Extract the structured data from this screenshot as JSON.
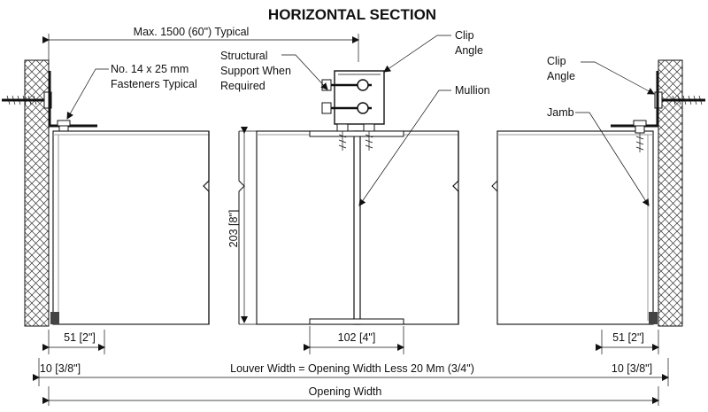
{
  "title": "HORIZONTAL SECTION",
  "labels": {
    "max_width": "Max. 1500 (60\") Typical",
    "fasteners_line1": "No. 14 x 25 mm",
    "fasteners_line2": "Fasteners Typical",
    "structural_line1": "Structural",
    "structural_line2": "Support When",
    "structural_line3": "Required",
    "clip_angle_center_line1": "Clip",
    "clip_angle_center_line2": "Angle",
    "mullion": "Mullion",
    "clip_angle_right_line1": "Clip",
    "clip_angle_right_line2": "Angle",
    "jamb": "Jamb",
    "depth": "203 [8\"]",
    "dim_left_51": "51 [2\"]",
    "dim_center_102": "102 [4\"]",
    "dim_right_51": "51 [2\"]",
    "dim_left_10": "10 [3/8\"]",
    "louver_width": "Louver Width = Opening Width Less 20 Mm (3/4\")",
    "dim_right_10": "10 [3/8\"]",
    "opening_width": "Opening Width"
  }
}
